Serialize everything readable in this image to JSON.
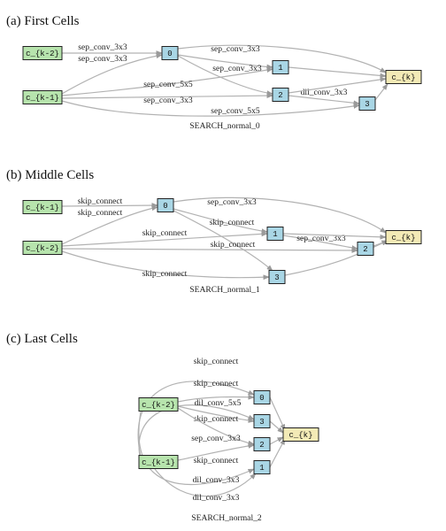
{
  "colors": {
    "input_fill": "#b7e4ad",
    "intermediate_fill": "#a9d6e5",
    "output_fill": "#f3eab6",
    "node_stroke": "#222222",
    "edge_stroke": "#b2b2b2",
    "text": "#222222"
  },
  "panels": [
    {
      "id": "first",
      "heading": "(a) First Cells",
      "caption": "SEARCH_normal_0",
      "nodes": [
        {
          "id": "km2",
          "label": "c_{k-2}",
          "kind": "input"
        },
        {
          "id": "km1",
          "label": "c_{k-1}",
          "kind": "input"
        },
        {
          "id": "n0",
          "label": "0",
          "kind": "intermediate"
        },
        {
          "id": "n1",
          "label": "1",
          "kind": "intermediate"
        },
        {
          "id": "n2",
          "label": "2",
          "kind": "intermediate"
        },
        {
          "id": "n3",
          "label": "3",
          "kind": "intermediate"
        },
        {
          "id": "out",
          "label": "c_{k}",
          "kind": "output"
        }
      ],
      "edges": [
        {
          "from": "km2",
          "to": "n0",
          "label": "sep_conv_3x3"
        },
        {
          "from": "km1",
          "to": "n0",
          "label": "sep_conv_3x3"
        },
        {
          "from": "n0",
          "to": "out",
          "label": "sep_conv_3x3"
        },
        {
          "from": "n0",
          "to": "n1",
          "label": "sep_conv_3x3"
        },
        {
          "from": "n0",
          "to": "n2",
          "label": ""
        },
        {
          "from": "km1",
          "to": "n1",
          "label": "sep_conv_5x5"
        },
        {
          "from": "km1",
          "to": "n2",
          "label": "sep_conv_3x3"
        },
        {
          "from": "n2",
          "to": "n3",
          "label": "dil_conv_3x3"
        },
        {
          "from": "km1",
          "to": "n3",
          "label": "sep_conv_5x5"
        },
        {
          "from": "n1",
          "to": "out",
          "label": ""
        },
        {
          "from": "n2",
          "to": "out",
          "label": ""
        },
        {
          "from": "n3",
          "to": "out",
          "label": ""
        }
      ]
    },
    {
      "id": "middle",
      "heading": "(b) Middle Cells",
      "caption": "SEARCH_normal_1",
      "nodes": [
        {
          "id": "km1",
          "label": "c_{k-1}",
          "kind": "input"
        },
        {
          "id": "km2",
          "label": "c_{k-2}",
          "kind": "input"
        },
        {
          "id": "n0",
          "label": "0",
          "kind": "intermediate"
        },
        {
          "id": "n1",
          "label": "1",
          "kind": "intermediate"
        },
        {
          "id": "n2",
          "label": "2",
          "kind": "intermediate"
        },
        {
          "id": "n3",
          "label": "3",
          "kind": "intermediate"
        },
        {
          "id": "out",
          "label": "c_{k}",
          "kind": "output"
        }
      ],
      "edges": [
        {
          "from": "km1",
          "to": "n0",
          "label": "skip_connect"
        },
        {
          "from": "km2",
          "to": "n0",
          "label": "skip_connect"
        },
        {
          "from": "n0",
          "to": "out",
          "label": "sep_conv_3x3"
        },
        {
          "from": "n0",
          "to": "n1",
          "label": "skip_connect"
        },
        {
          "from": "n0",
          "to": "n3",
          "label": ""
        },
        {
          "from": "km2",
          "to": "n1",
          "label": "skip_connect"
        },
        {
          "from": "km2",
          "to": "n2",
          "label": "skip_connect"
        },
        {
          "from": "n1",
          "to": "n2",
          "label": "sep_conv_3x3"
        },
        {
          "from": "km2",
          "to": "n3",
          "label": "skip_connect"
        },
        {
          "from": "n1",
          "to": "out",
          "label": ""
        },
        {
          "from": "n2",
          "to": "out",
          "label": ""
        },
        {
          "from": "n3",
          "to": "out",
          "label": ""
        }
      ]
    },
    {
      "id": "last",
      "heading": "(c) Last Cells",
      "caption": "SEARCH_normal_2",
      "nodes": [
        {
          "id": "km2",
          "label": "c_{k-2}",
          "kind": "input"
        },
        {
          "id": "km1",
          "label": "c_{k-1}",
          "kind": "input"
        },
        {
          "id": "n0",
          "label": "0",
          "kind": "intermediate"
        },
        {
          "id": "n3",
          "label": "3",
          "kind": "intermediate"
        },
        {
          "id": "n2",
          "label": "2",
          "kind": "intermediate"
        },
        {
          "id": "n1",
          "label": "1",
          "kind": "intermediate"
        },
        {
          "id": "out",
          "label": "c_{k}",
          "kind": "output"
        }
      ],
      "edges": [
        {
          "from": "km1",
          "to": "n0",
          "label": "skip_connect"
        },
        {
          "from": "km1",
          "to": "n3",
          "label": "skip_connect"
        },
        {
          "from": "km2",
          "to": "n0",
          "label": "dil_conv_5x5"
        },
        {
          "from": "km2",
          "to": "n3",
          "label": "skip_connect"
        },
        {
          "from": "km2",
          "to": "n2",
          "label": "sep_conv_3x3"
        },
        {
          "from": "km1",
          "to": "n2",
          "label": "skip_connect"
        },
        {
          "from": "km2",
          "to": "n1",
          "label": "dil_conv_3x3"
        },
        {
          "from": "km1",
          "to": "n1",
          "label": "dil_conv_3x3"
        },
        {
          "from": "n0",
          "to": "out",
          "label": ""
        },
        {
          "from": "n3",
          "to": "out",
          "label": ""
        },
        {
          "from": "n2",
          "to": "out",
          "label": ""
        },
        {
          "from": "n1",
          "to": "out",
          "label": ""
        }
      ]
    }
  ]
}
